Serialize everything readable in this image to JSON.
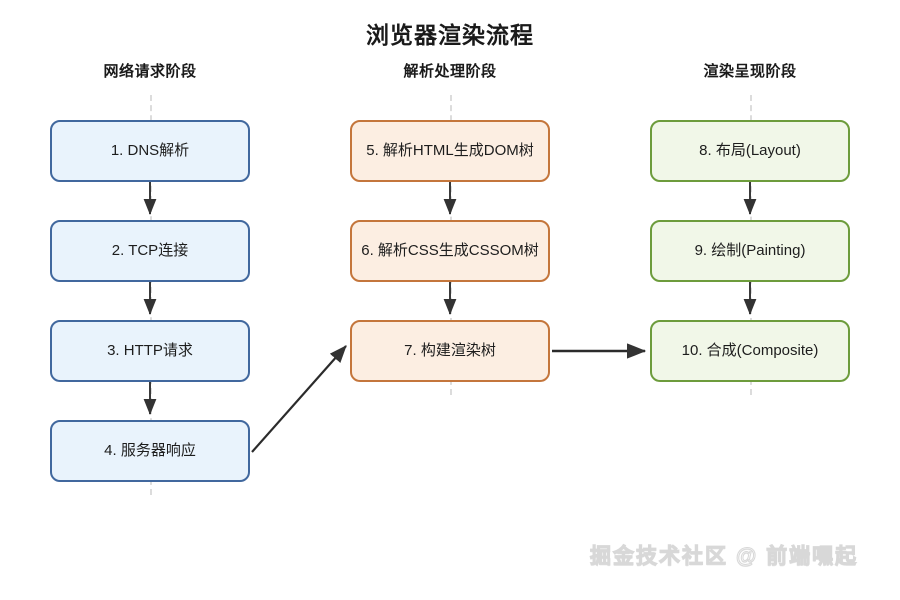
{
  "diagram": {
    "title": "浏览器渲染流程",
    "watermark": "掘金技术社区 @ 前端嘿起",
    "columns": [
      {
        "id": "network",
        "header": "网络请求阶段",
        "color": "#41689e"
      },
      {
        "id": "parsing",
        "header": "解析处理阶段",
        "color": "#c4763c"
      },
      {
        "id": "painting",
        "header": "渲染呈现阶段",
        "color": "#6d9c3c"
      }
    ],
    "nodes": [
      {
        "id": "n1",
        "label": "1. DNS解析",
        "column": "network",
        "row": 0,
        "color": "blue"
      },
      {
        "id": "n2",
        "label": "2. TCP连接",
        "column": "network",
        "row": 1,
        "color": "blue"
      },
      {
        "id": "n3",
        "label": "3. HTTP请求",
        "column": "network",
        "row": 2,
        "color": "blue"
      },
      {
        "id": "n4",
        "label": "4. 服务器响应",
        "column": "network",
        "row": 3,
        "color": "blue"
      },
      {
        "id": "n5",
        "label": "5. 解析HTML生成DOM树",
        "column": "parsing",
        "row": 0,
        "color": "orange"
      },
      {
        "id": "n6",
        "label": "6. 解析CSS生成CSSOM树",
        "column": "parsing",
        "row": 1,
        "color": "orange"
      },
      {
        "id": "n7",
        "label": "7. 构建渲染树",
        "column": "parsing",
        "row": 2,
        "color": "orange"
      },
      {
        "id": "n8",
        "label": "8. 布局(Layout)",
        "column": "painting",
        "row": 0,
        "color": "green"
      },
      {
        "id": "n9",
        "label": "9. 绘制(Painting)",
        "column": "painting",
        "row": 1,
        "color": "green"
      },
      {
        "id": "n10",
        "label": "10. 合成(Composite)",
        "column": "painting",
        "row": 2,
        "color": "green"
      }
    ],
    "edges": [
      {
        "from": "n1",
        "to": "n2",
        "kind": "vertical"
      },
      {
        "from": "n2",
        "to": "n3",
        "kind": "vertical"
      },
      {
        "from": "n3",
        "to": "n4",
        "kind": "vertical"
      },
      {
        "from": "n4",
        "to": "n7",
        "kind": "diagonal"
      },
      {
        "from": "n5",
        "to": "n6",
        "kind": "vertical"
      },
      {
        "from": "n6",
        "to": "n7",
        "kind": "vertical"
      },
      {
        "from": "n7",
        "to": "n10",
        "kind": "horizontal"
      },
      {
        "from": "n8",
        "to": "n9",
        "kind": "vertical"
      },
      {
        "from": "n9",
        "to": "n10",
        "kind": "vertical"
      }
    ]
  }
}
